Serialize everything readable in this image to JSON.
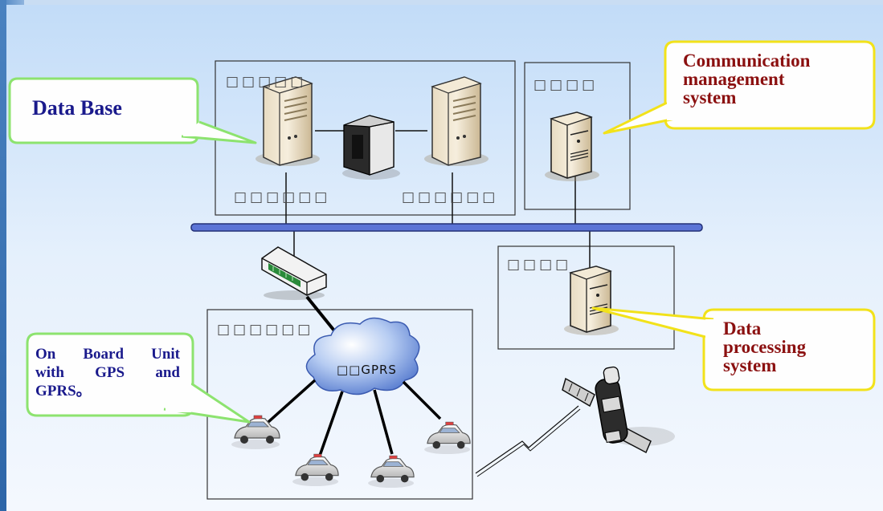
{
  "callouts": {
    "database": "Data Base",
    "comm_lines": [
      "Communication",
      "management",
      "system"
    ],
    "dataproc_lines": [
      "Data",
      "processing",
      "system"
    ],
    "obu_lines": [
      "On Board Unit",
      "with GPS and",
      "GPRS。"
    ]
  },
  "boxes": {
    "db_cluster_label": "□□□□□",
    "db_server_left_label": "□□□□□□",
    "db_server_right_label": "□□□□□□",
    "comm_box_label": "□□□□",
    "proc_box_label": "□□□□",
    "vehicle_box_label": "□□□□□□"
  },
  "cloud_label": "□□GPRS",
  "colors": {
    "callout_fill": "#fefefe",
    "green_border": "#8de36f",
    "yellow_border": "#f2e21a",
    "blue_text": "#1a1a8c",
    "red_text": "#8b1010",
    "bus": "#4a63c8"
  },
  "icons": {
    "server": "tower-server-icon",
    "switch": "network-switch-icon",
    "router": "router-icon",
    "cloud": "cloud-icon",
    "car": "car-icon",
    "satellite": "satellite-icon"
  }
}
